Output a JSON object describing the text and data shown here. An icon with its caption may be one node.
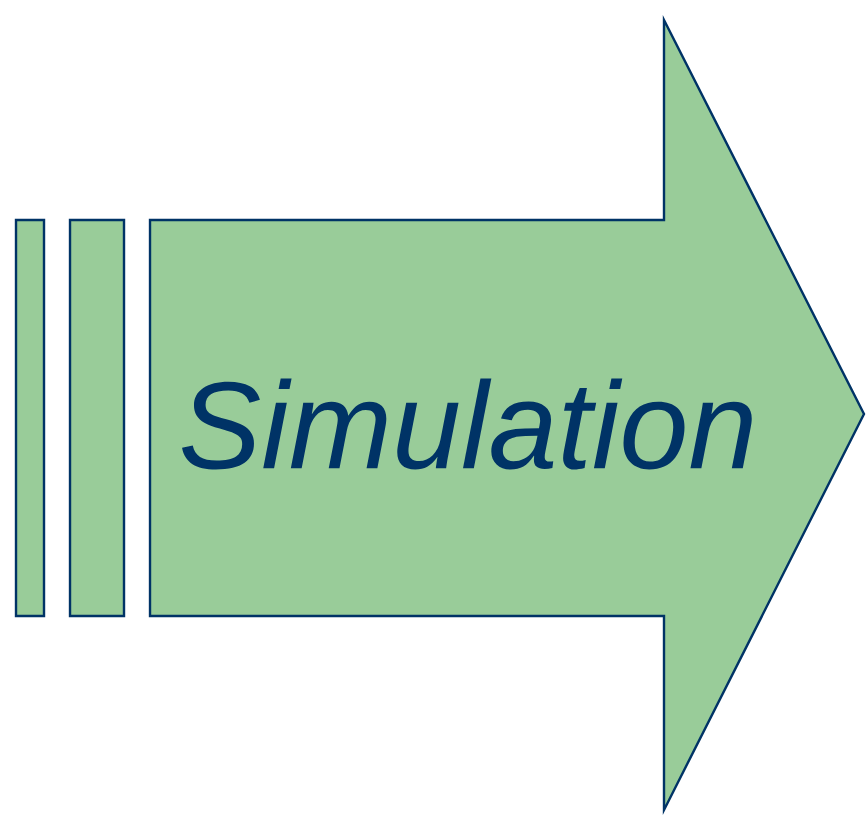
{
  "diagram": {
    "nodes": [
      {
        "text": [],
        "shape": "bar"
      },
      {
        "text": [],
        "shape": "bar"
      },
      {
        "text": [
          "Simulation"
        ]
      }
    ]
  }
}
